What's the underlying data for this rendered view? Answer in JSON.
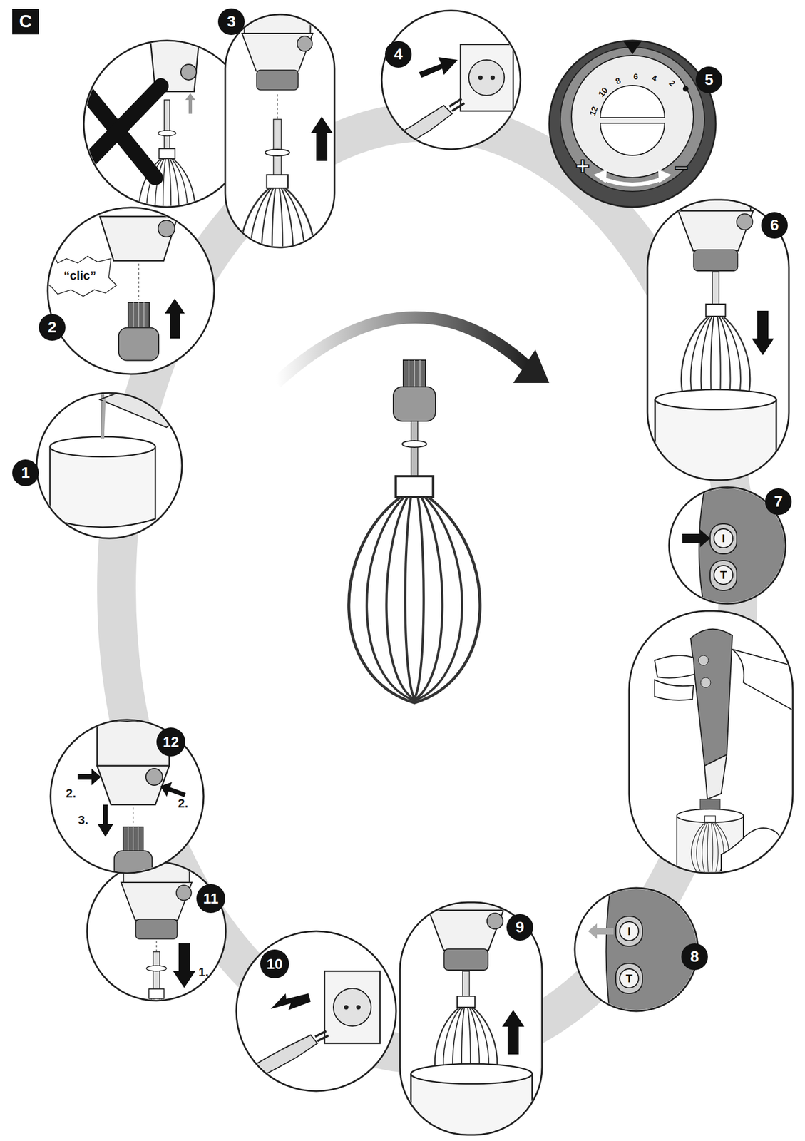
{
  "diagram": {
    "labels": [
      "C",
      "1",
      "2",
      "3",
      "4",
      "5",
      "6",
      "7",
      "8",
      "9",
      "10",
      "11",
      "12",
      "“clic”",
      "12",
      "10",
      "8",
      "6",
      "4",
      "2",
      "+",
      "–",
      "I",
      "T",
      "I",
      "T",
      "1.",
      "2.",
      "2.",
      "3."
    ]
  }
}
